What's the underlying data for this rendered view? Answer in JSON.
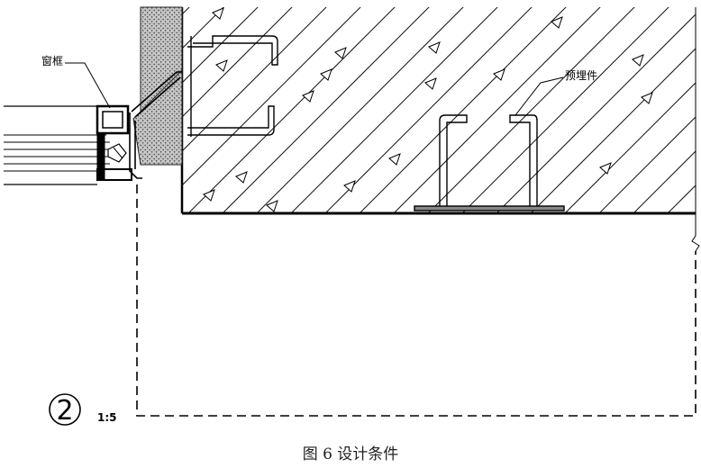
{
  "labels": {
    "window_frame": "窗框",
    "embedded_part": "预埋件",
    "detail_number": "2",
    "scale": "1:5"
  },
  "caption": "图 6  设计条件"
}
